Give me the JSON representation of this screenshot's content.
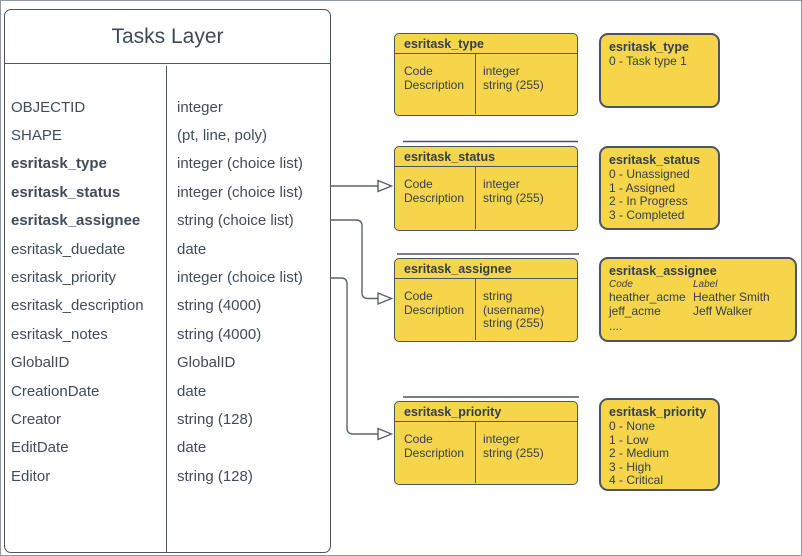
{
  "main_table": {
    "title": "Tasks Layer",
    "rows": [
      {
        "field": "OBJECTID",
        "type": "integer"
      },
      {
        "field": "SHAPE",
        "type": "(pt, line, poly)"
      },
      {
        "field": "esritask_type",
        "type": "integer (choice list)"
      },
      {
        "field": "esritask_status",
        "type": "integer (choice list)"
      },
      {
        "field": "esritask_assignee",
        "type": "string (choice list)"
      },
      {
        "field": "esritask_duedate",
        "type": "date"
      },
      {
        "field": "esritask_priority",
        "type": "integer (choice list)"
      },
      {
        "field": "esritask_description",
        "type": "string (4000)"
      },
      {
        "field": "esritask_notes",
        "type": "string (4000)"
      },
      {
        "field": "GlobalID",
        "type": "GlobalID"
      },
      {
        "field": "CreationDate",
        "type": "date"
      },
      {
        "field": "Creator",
        "type": "string (128)"
      },
      {
        "field": "EditDate",
        "type": "date"
      },
      {
        "field": "Editor",
        "type": "string (128)"
      }
    ]
  },
  "field_boxes": [
    {
      "title": "esritask_type",
      "rows": [
        {
          "name": "Code",
          "type": "integer"
        },
        {
          "name": "Description",
          "type": "string (255)"
        }
      ]
    },
    {
      "title": "esritask_status",
      "rows": [
        {
          "name": "Code",
          "type": "integer"
        },
        {
          "name": "Description",
          "type": "string (255)"
        }
      ]
    },
    {
      "title": "esritask_assignee",
      "rows": [
        {
          "name": "Code",
          "type": "string (username)"
        },
        {
          "name": "Description",
          "type": "string (255)"
        }
      ]
    },
    {
      "title": "esritask_priority",
      "rows": [
        {
          "name": "Code",
          "type": "integer"
        },
        {
          "name": "Description",
          "type": "string (255)"
        }
      ]
    }
  ],
  "domain_boxes": [
    {
      "title": "esritask_type",
      "values": [
        "0 - Task type 1"
      ]
    },
    {
      "title": "esritask_status",
      "values": [
        "0 - Unassigned",
        "1 - Assigned",
        "2 - In Progress",
        "3 - Completed"
      ]
    },
    {
      "title": "esritask_assignee",
      "col_code": "Code",
      "col_label": "Label",
      "entries": [
        {
          "code": "heather_acme",
          "label": "Heather Smith"
        },
        {
          "code": "jeff_acme",
          "label": "Jeff Walker"
        }
      ],
      "more": "...."
    },
    {
      "title": "esritask_priority",
      "values": [
        "0 - None",
        "1 - Low",
        "2 - Medium",
        "3 - High",
        "4 - Critical"
      ]
    }
  ],
  "colors": {
    "box_fill": "#F6D54B",
    "box_stroke": "#4A5561",
    "text": "#3E4A57",
    "connector": "#5A646E"
  }
}
